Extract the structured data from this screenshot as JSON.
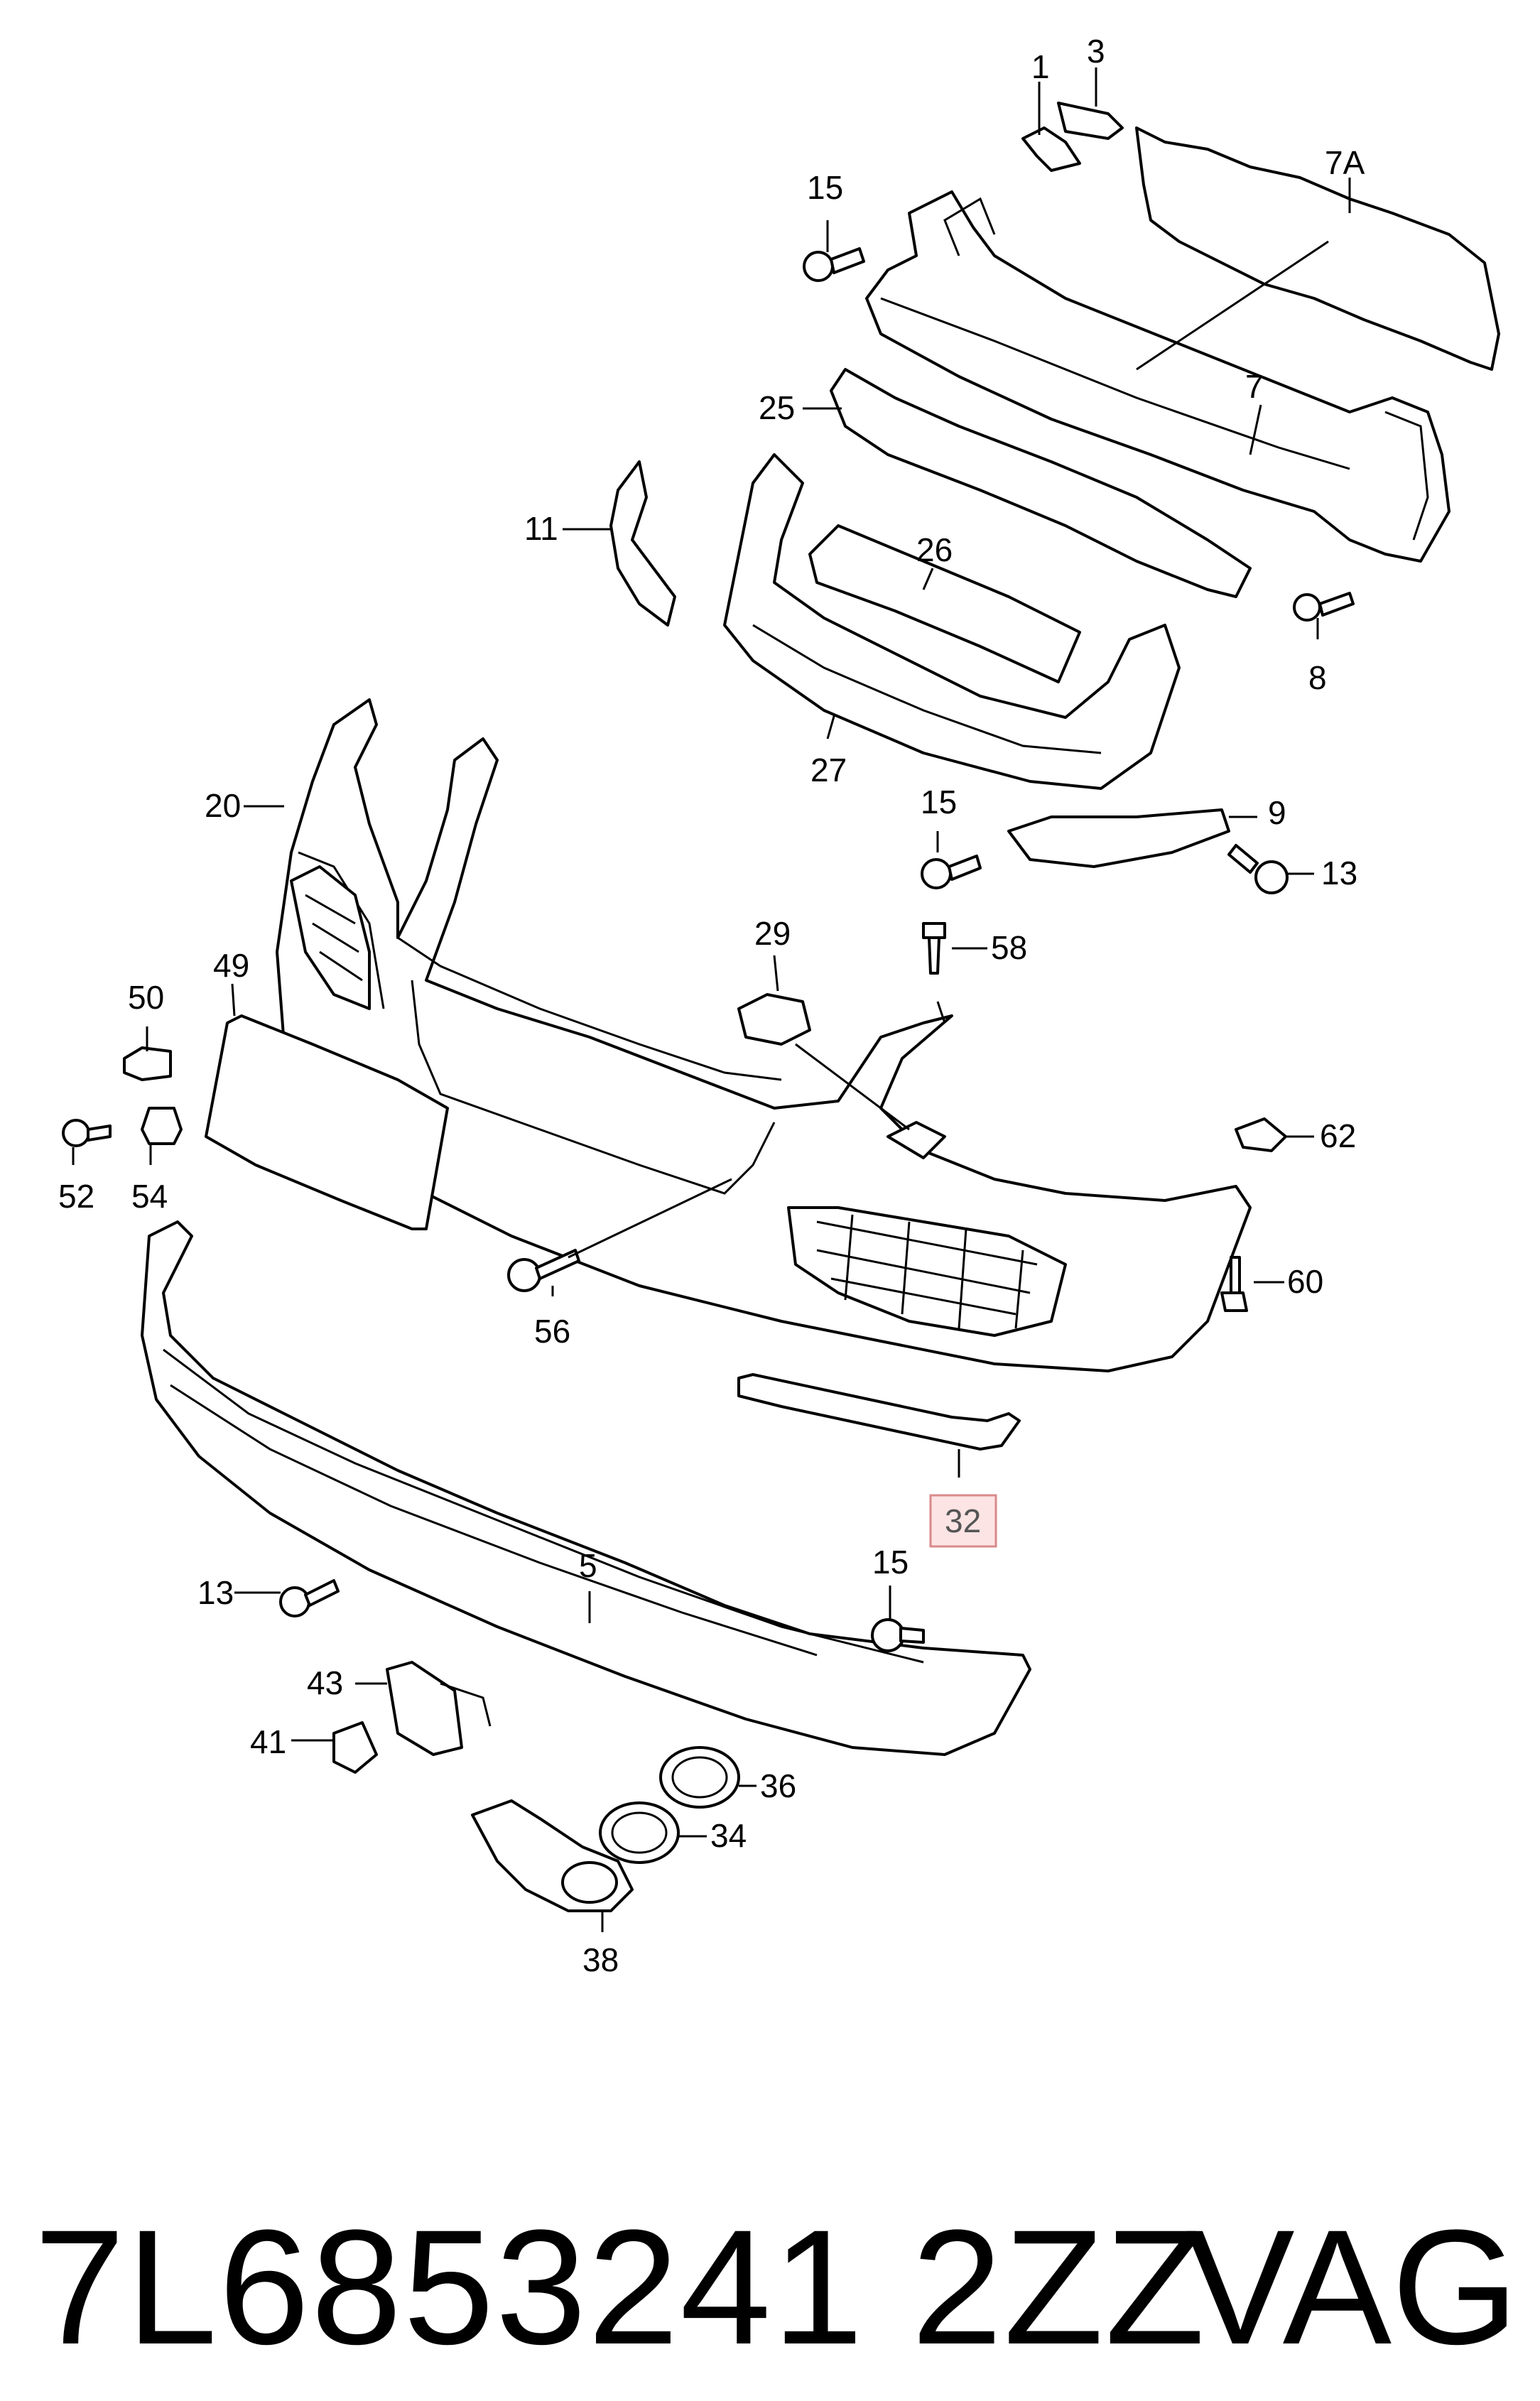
{
  "callouts": [
    {
      "id": "c1",
      "label": "1"
    },
    {
      "id": "c3",
      "label": "3"
    },
    {
      "id": "c7A",
      "label": "7A"
    },
    {
      "id": "c15a",
      "label": "15"
    },
    {
      "id": "c7",
      "label": "7"
    },
    {
      "id": "c25",
      "label": "25"
    },
    {
      "id": "c11",
      "label": "11"
    },
    {
      "id": "c26",
      "label": "26"
    },
    {
      "id": "c8",
      "label": "8"
    },
    {
      "id": "c20",
      "label": "20"
    },
    {
      "id": "c27",
      "label": "27"
    },
    {
      "id": "c15b",
      "label": "15"
    },
    {
      "id": "c9",
      "label": "9"
    },
    {
      "id": "c13a",
      "label": "13"
    },
    {
      "id": "c49",
      "label": "49"
    },
    {
      "id": "c29",
      "label": "29"
    },
    {
      "id": "c58",
      "label": "58"
    },
    {
      "id": "c50",
      "label": "50"
    },
    {
      "id": "c62",
      "label": "62"
    },
    {
      "id": "c52",
      "label": "52"
    },
    {
      "id": "c54",
      "label": "54"
    },
    {
      "id": "c60",
      "label": "60"
    },
    {
      "id": "c56",
      "label": "56"
    },
    {
      "id": "c32",
      "label": "32",
      "highlighted": true
    },
    {
      "id": "c13b",
      "label": "13"
    },
    {
      "id": "c5",
      "label": "5"
    },
    {
      "id": "c15c",
      "label": "15"
    },
    {
      "id": "c43",
      "label": "43"
    },
    {
      "id": "c41",
      "label": "41"
    },
    {
      "id": "c36",
      "label": "36"
    },
    {
      "id": "c34",
      "label": "34"
    },
    {
      "id": "c38",
      "label": "38"
    }
  ],
  "footer": {
    "part_number": "7L6853241 2ZZ",
    "brand": "VAG"
  },
  "colors": {
    "highlight_fill": "#fce4e4",
    "highlight_stroke": "#d98a8a",
    "line": "#000000"
  }
}
